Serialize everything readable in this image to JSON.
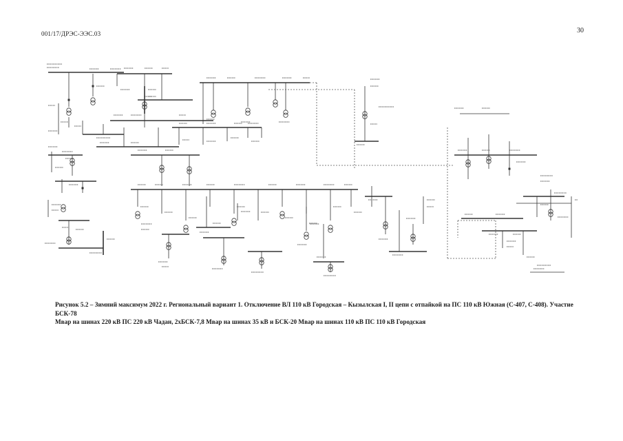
{
  "header": {
    "doc_code": "001/17/ДРЭС-ЭЭС.03",
    "page_number": "30"
  },
  "figure": {
    "caption_line1": "Рисунок 5.2 – Зимний максимум 2022 г. Региональный вариант 1. Отключение ВЛ 110 кВ Городская – Кызылская I, II цепи с отпайкой на ПС 110 кВ Южная (С-407, С-408). Участие БСК-78",
    "caption_line2": "Мвар на шинах 220 кВ ПС 220 кВ Чадан, 2хБСК-7,8 Мвар на шинах 35 кВ и БСК-20 Мвар на шинах 110 кВ ПС 110 кВ Городская"
  },
  "style": {
    "ink_color": "#333333",
    "dashed_color": "#555555"
  }
}
